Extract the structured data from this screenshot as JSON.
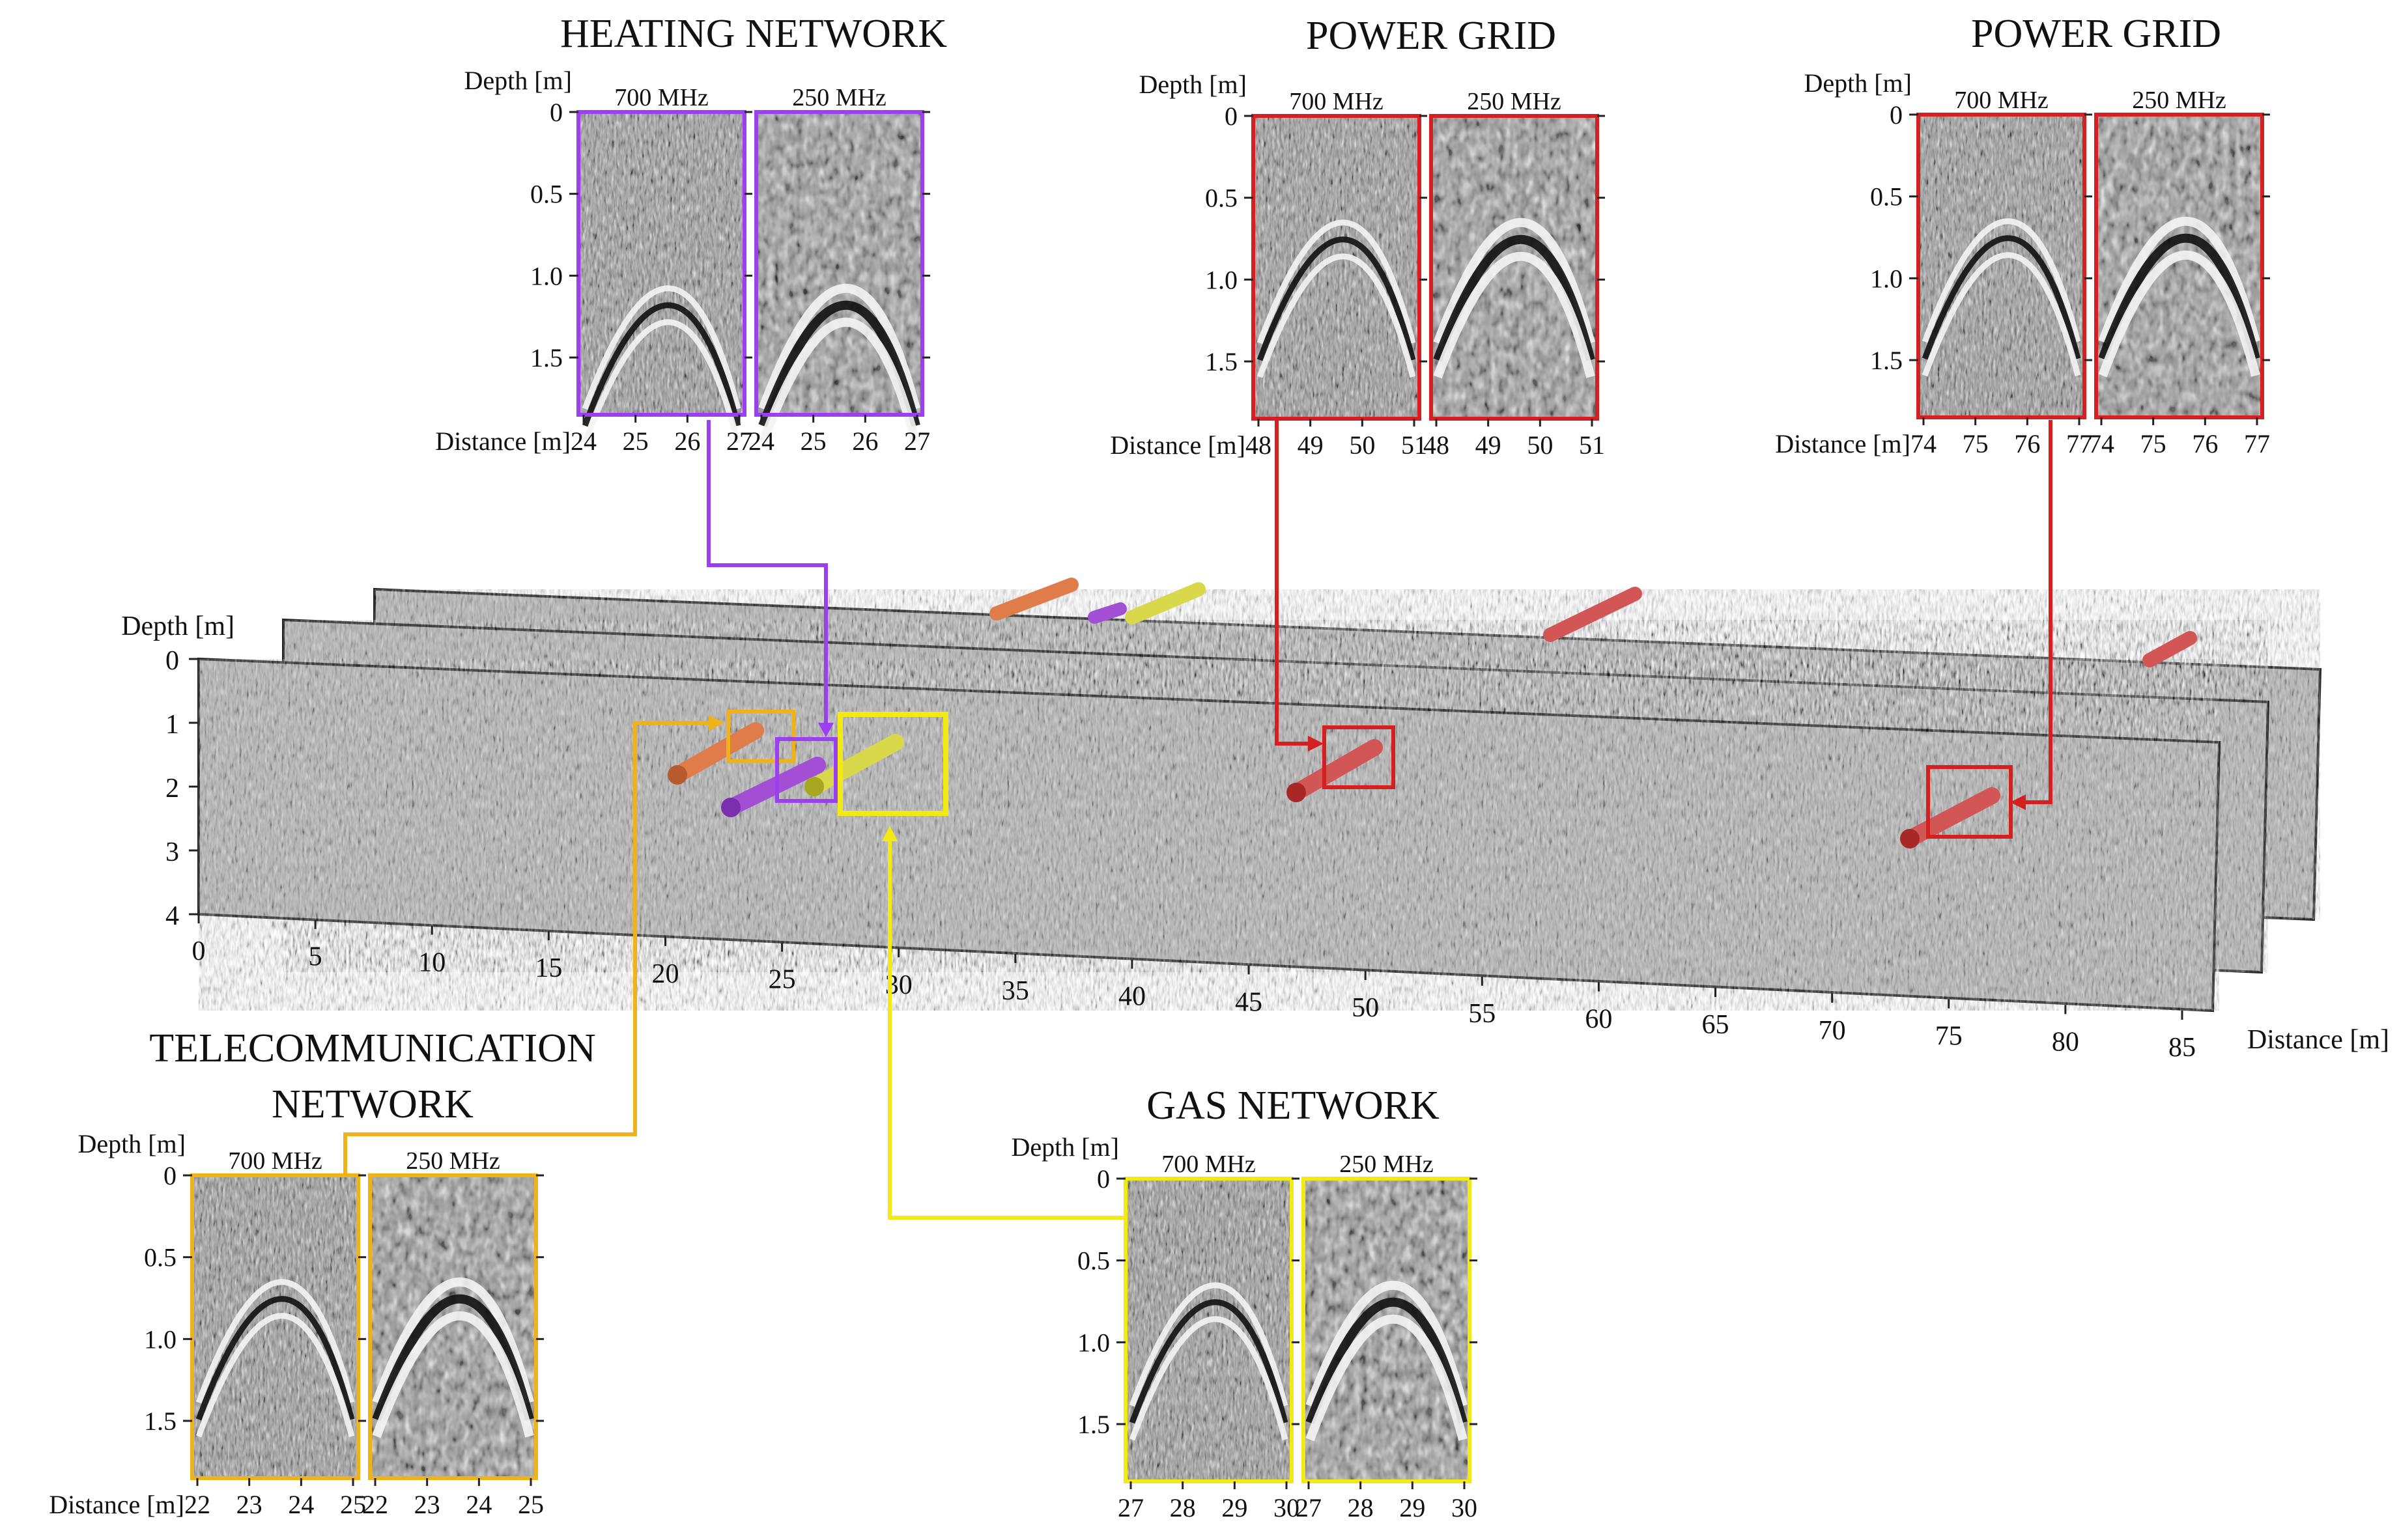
{
  "panels": [
    {
      "key": "heating",
      "title_lines": [
        "HEATING NETWORK"
      ],
      "color": "#9b3ff0",
      "depth_label": "Depth [m]",
      "distance_label": "Distance [m]",
      "frequencies": [
        "700 MHz",
        "250 MHz"
      ],
      "depth_ticks": [
        "0",
        "0.5",
        "1.0",
        "1.5"
      ],
      "distance_ticks": [
        "24",
        "25",
        "26",
        "27"
      ]
    },
    {
      "key": "power1",
      "title_lines": [
        "POWER GRID"
      ],
      "color": "#d42020",
      "depth_label": "Depth [m]",
      "distance_label": "Distance [m]",
      "frequencies": [
        "700 MHz",
        "250 MHz"
      ],
      "depth_ticks": [
        "0",
        "0.5",
        "1.0",
        "1.5"
      ],
      "distance_ticks": [
        "48",
        "49",
        "50",
        "51"
      ]
    },
    {
      "key": "power2",
      "title_lines": [
        "POWER GRID"
      ],
      "color": "#d42020",
      "depth_label": "Depth [m]",
      "distance_label": "Distance [m]",
      "frequencies": [
        "700 MHz",
        "250 MHz"
      ],
      "depth_ticks": [
        "0",
        "0.5",
        "1.0",
        "1.5"
      ],
      "distance_ticks": [
        "74",
        "75",
        "76",
        "77"
      ]
    },
    {
      "key": "telecom",
      "title_lines": [
        "TELECOMMUNICATION",
        "NETWORK"
      ],
      "color": "#f0b21b",
      "depth_label": "Depth [m]",
      "distance_label": "Distance [m]",
      "frequencies": [
        "700 MHz",
        "250 MHz"
      ],
      "depth_ticks": [
        "0",
        "0.5",
        "1.0",
        "1.5"
      ],
      "distance_ticks": [
        "22",
        "23",
        "24",
        "25"
      ]
    },
    {
      "key": "gas",
      "title_lines": [
        "GAS NETWORK"
      ],
      "color": "#f2ea12",
      "depth_label": "Depth [m]",
      "distance_label": "",
      "frequencies": [
        "700 MHz",
        "250 MHz"
      ],
      "depth_ticks": [
        "0",
        "0.5",
        "1.0",
        "1.5"
      ],
      "distance_ticks": [
        "27",
        "28",
        "29",
        "30"
      ]
    }
  ],
  "main_section": {
    "depth_label": "Depth [m]",
    "distance_label": "Distance [m]",
    "depth_ticks": [
      "0",
      "1",
      "2",
      "3",
      "4"
    ],
    "distance_ticks": [
      "0",
      "5",
      "10",
      "15",
      "20",
      "25",
      "30",
      "35",
      "40",
      "45",
      "50",
      "55",
      "60",
      "65",
      "70",
      "75",
      "80",
      "85"
    ]
  },
  "pipe_colors": {
    "heating": "#a24fd6",
    "power": "#d35656",
    "telecom": "#e07b4a",
    "gas": "#d8d84a"
  }
}
